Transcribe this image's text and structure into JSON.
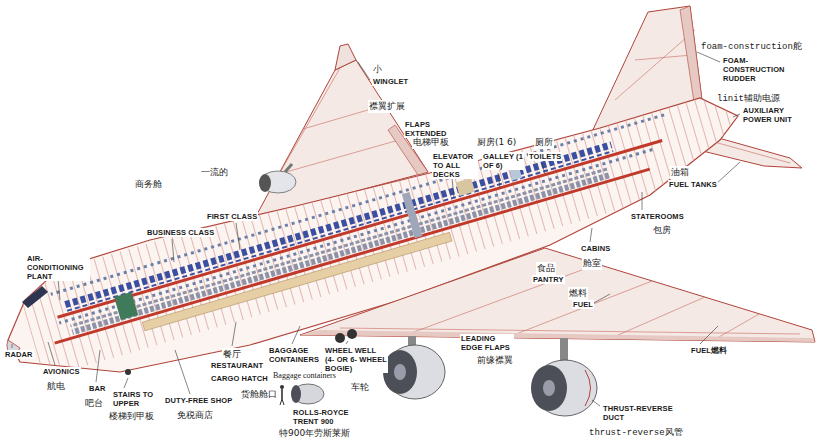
{
  "diagram": {
    "labels": [
      "小",
      "WINGLET",
      "襟翼扩展",
      "FLAPS EXTENDED",
      "电梯甲板",
      "厨房(1 6)",
      "厕所",
      "ELEVATOR TO ALL DECKS",
      "GALLEY (1 OF 6)",
      "TOILETS",
      "foam-construction舵",
      "FOAM-CONSTRUCTION RUDDER",
      "linit辅助电源",
      "AUXILIARY POWER UNIT",
      "油箱",
      "FUEL TANKS",
      "STATEROOMS",
      "包房",
      "CABINS",
      "舱室",
      "食品",
      "PANTRY",
      "燃料",
      "FUEL",
      "LEADING EDGE FLAPS",
      "前缘襟翼",
      "FUEL燃料",
      "THRUST-REVERSE DUCT",
      "thrust-reverse风管",
      "一流的",
      "FIRST CLASS",
      "商务舱",
      "BUSINESS CLASS",
      "AIR-CONDITIONING PLANT",
      "RADAR",
      "AVIONICS",
      "航电",
      "BAR",
      "吧台",
      "STAIRS TO UPPER DECKS",
      "楼梯到甲板",
      "DUTY-FREE SHOP",
      "免税商店",
      "餐厅",
      "RESTAURANT",
      "CARGO HATCH",
      "货舱舱口",
      "BAGGAGE CONTAINERS",
      "Baggage containers",
      "WHEEL WELL (4- OR 6- WHEEL BOGIE)",
      "车轮",
      "ROLLS-ROYCE TRENT 900",
      "特900年劳斯莱斯"
    ]
  }
}
